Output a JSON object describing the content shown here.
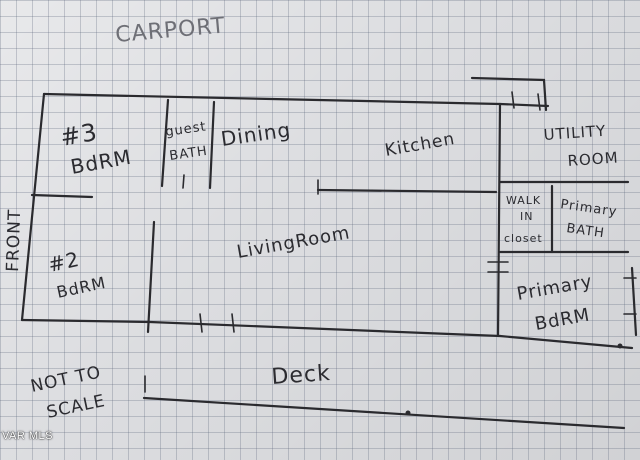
{
  "labels": {
    "carport": "CARPORT",
    "bedroom3_line1": "#3",
    "bedroom3_line2": "BdRM",
    "guest_bath_line1": "guest",
    "guest_bath_line2": "BATH",
    "dining": "Dining",
    "kitchen": "Kitchen",
    "utility_line1": "UTILITY",
    "utility_line2": "ROOM",
    "walk_in_line1": "WALK",
    "walk_in_line2": "IN",
    "walk_in_line3": "closet",
    "primary_bath_line1": "Primary",
    "primary_bath_line2": "BATH",
    "front": "FRONT",
    "bedroom2_line1": "#2",
    "bedroom2_line2": "BdRM",
    "living_room": "LivingRoom",
    "primary_bedroom_line1": "Primary",
    "primary_bedroom_line2": "BdRM",
    "not_to_scale_line1": "NOT TO",
    "not_to_scale_line2": "SCALE",
    "deck": "Deck"
  },
  "watermark": "VAR MLS",
  "colors": {
    "paper": "#dcdde0",
    "grid": "#5f697d",
    "ink": "#2a2a2e",
    "pencil": "#6e6f76"
  }
}
